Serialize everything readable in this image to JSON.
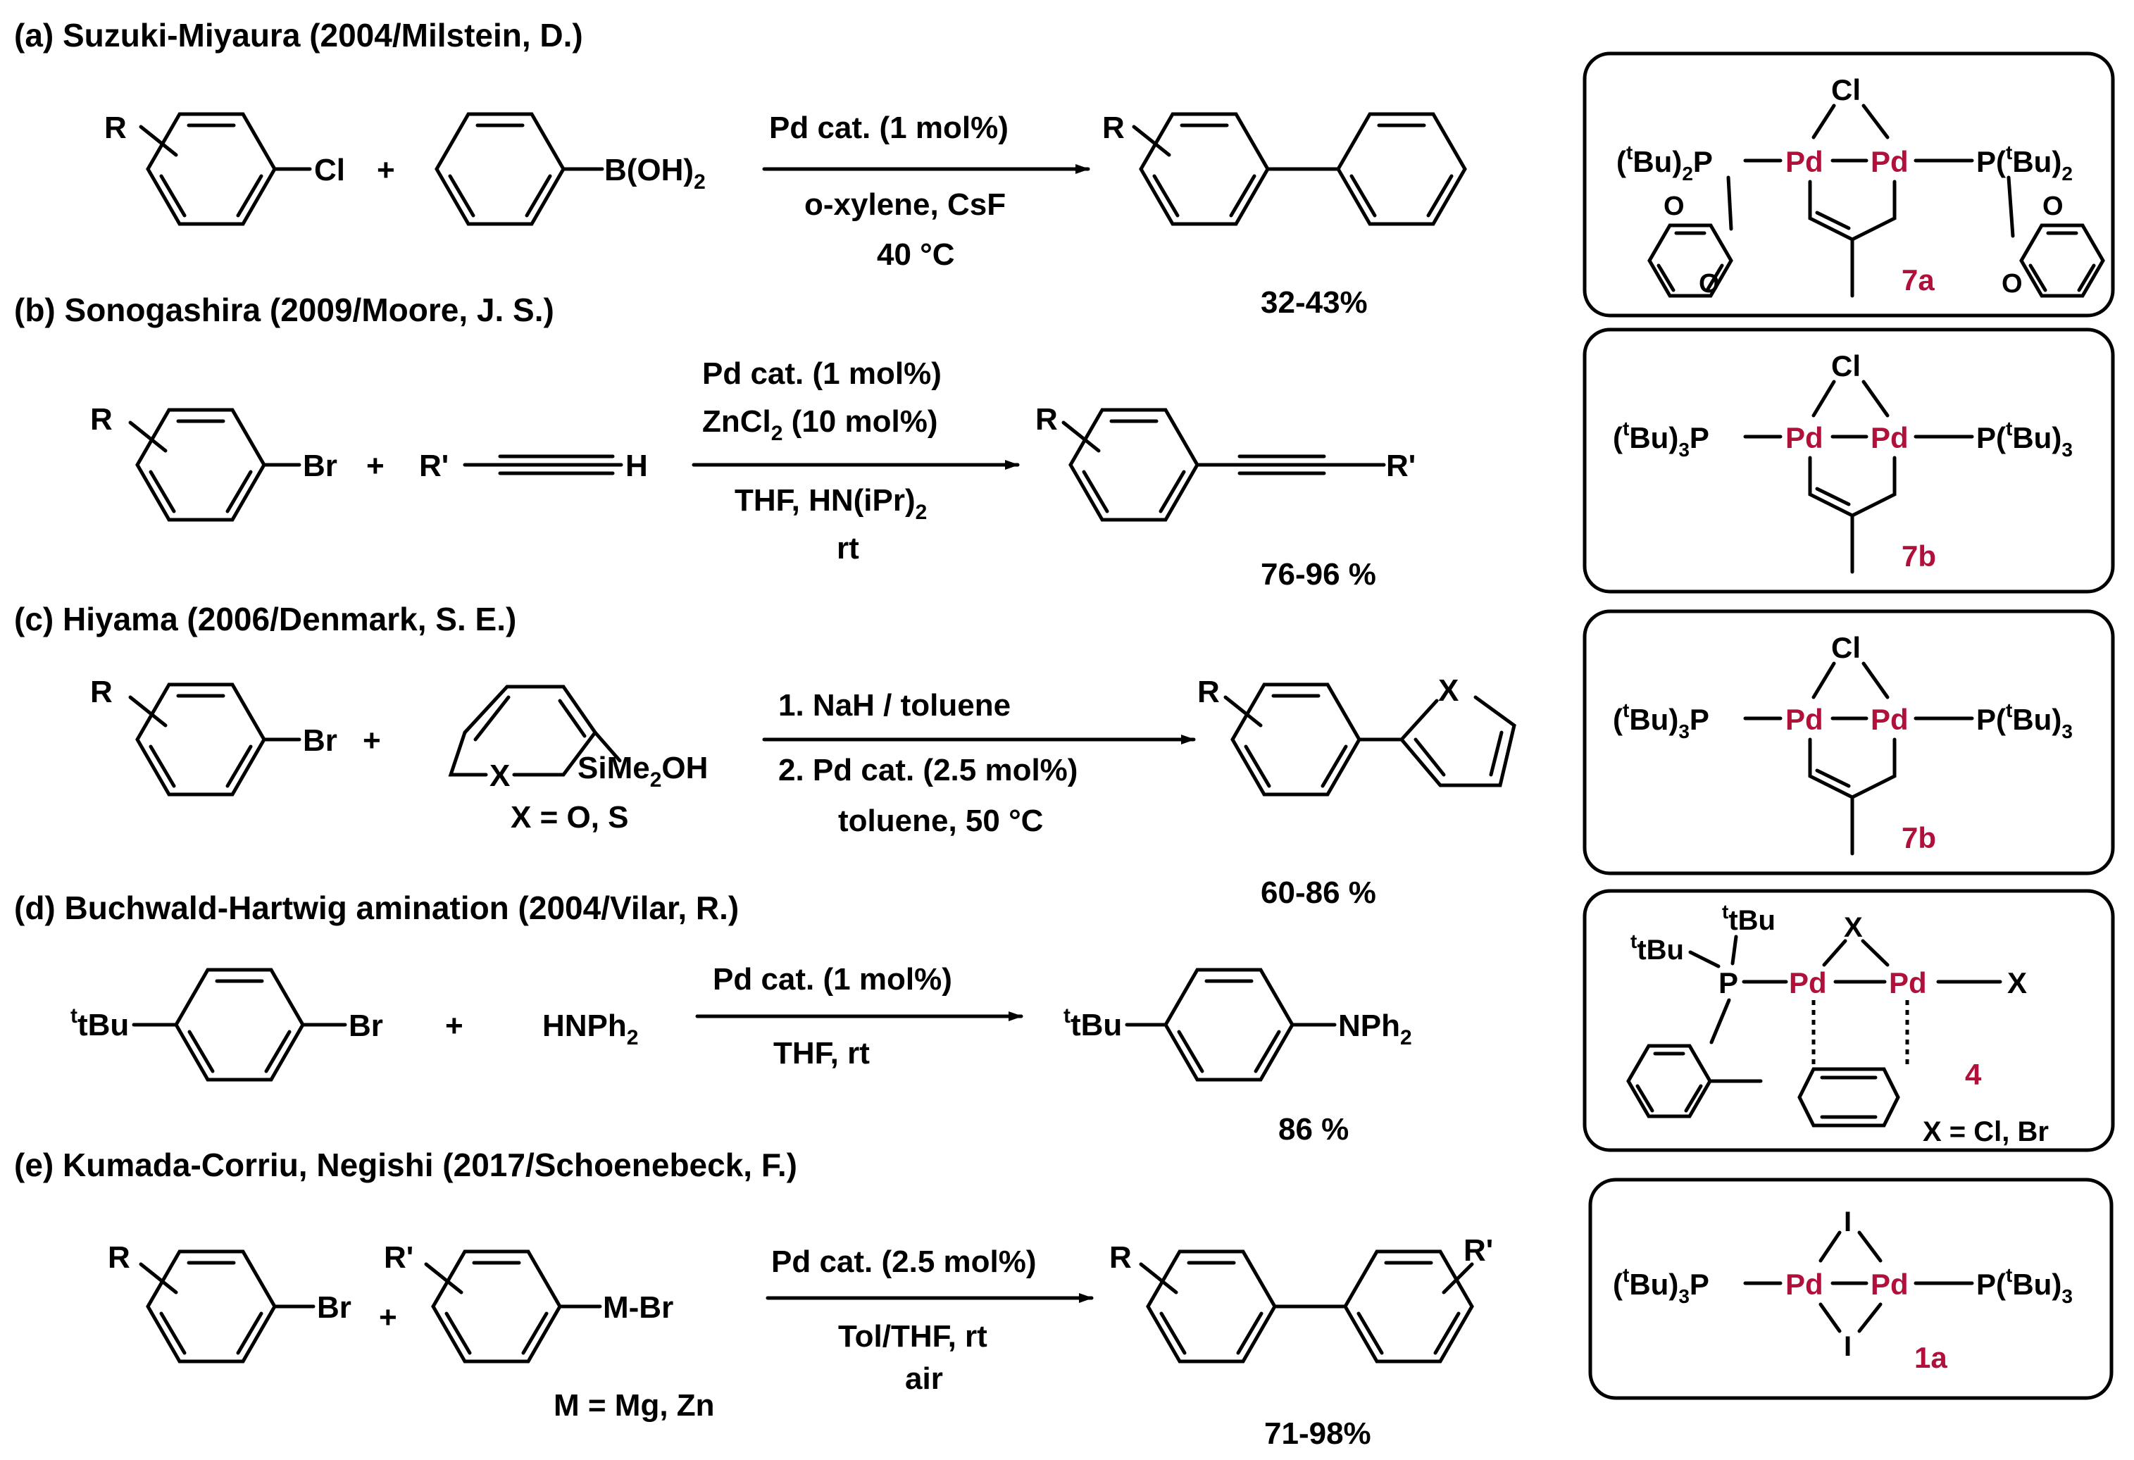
{
  "panels": {
    "a": {
      "heading": "(a) Suzuki-Miyaura (2004/Milstein, D.)",
      "r": "R",
      "x": "Cl",
      "plus": "+",
      "b": "B(OH)",
      "cond1": "Pd cat. (1 mol%)",
      "cond2": "o-xylene, CsF",
      "cond3": "40 °C",
      "pr": "R",
      "yield": "32-43%",
      "cat": {
        "cl": "Cl",
        "p1": "(tBu)2P",
        "p2": "P(tBu)2",
        "pd": "Pd",
        "o": "O",
        "code": "7a"
      }
    },
    "b": {
      "heading": "(b) Sonogashira (2009/Moore, J. S.)",
      "r": "R",
      "x": "Br",
      "plus": "+",
      "rp": "R'",
      "h": "H",
      "cond1": "Pd cat. (1 mol%)",
      "cond2": "ZnCl2 (10 mol%)",
      "cond3": "THF, HN(iPr)2",
      "cond4": "rt",
      "pr": "R",
      "prp": "R'",
      "yield": "76-96 %",
      "cat": {
        "cl": "Cl",
        "p1": "(tBu)3P",
        "p2": "P(tBu)3",
        "pd": "Pd",
        "code": "7b"
      }
    },
    "c": {
      "heading": "(c) Hiyama (2006/Denmark, S. E.)",
      "r": "R",
      "x": "Br",
      "plus": "+",
      "si": "SiMe2OH",
      "xs": "X",
      "xdef": "X = O, S",
      "cond1": "1. NaH / toluene",
      "cond2": "2. Pd cat. (2.5 mol%)",
      "cond3": "toluene, 50 °C",
      "pr": "R",
      "px": "X",
      "yield": "60-86 %",
      "cat": {
        "cl": "Cl",
        "p1": "(tBu)3P",
        "p2": "P(tBu)3",
        "pd": "Pd",
        "code": "7b"
      }
    },
    "d": {
      "heading": "(d) Buchwald-Hartwig amination (2004/Vilar, R.)",
      "tbu": "tBu",
      "x": "Br",
      "plus": "+",
      "amine": "HNPh2",
      "cond1": "Pd cat. (1 mol%)",
      "cond2": "THF, rt",
      "ptbu": "tBu",
      "pn": "NPh2",
      "yield": "86 %",
      "cat": {
        "tbu1": "tBu",
        "tbu2": "tBu",
        "p": "P",
        "pd": "Pd",
        "x": "X",
        "code": "4",
        "xdef": "X = Cl, Br"
      }
    },
    "e": {
      "heading": "(e) Kumada-Corriu, Negishi (2017/Schoenebeck, F.)",
      "r": "R",
      "x": "Br",
      "plus": "+",
      "rp": "R'",
      "m": "M-Br",
      "mdef": "M = Mg, Zn",
      "cond1": "Pd cat. (2.5 mol%)",
      "cond2": "Tol/THF, rt",
      "cond3": "air",
      "pr": "R",
      "prp": "R'",
      "yield": "71-98%",
      "cat": {
        "i": "I",
        "p1": "(tBu)3P",
        "p2": "P(tBu)3",
        "pd": "Pd",
        "code": "1a"
      }
    }
  },
  "colors": {
    "text": "#000000",
    "pd": "#b0103a"
  }
}
